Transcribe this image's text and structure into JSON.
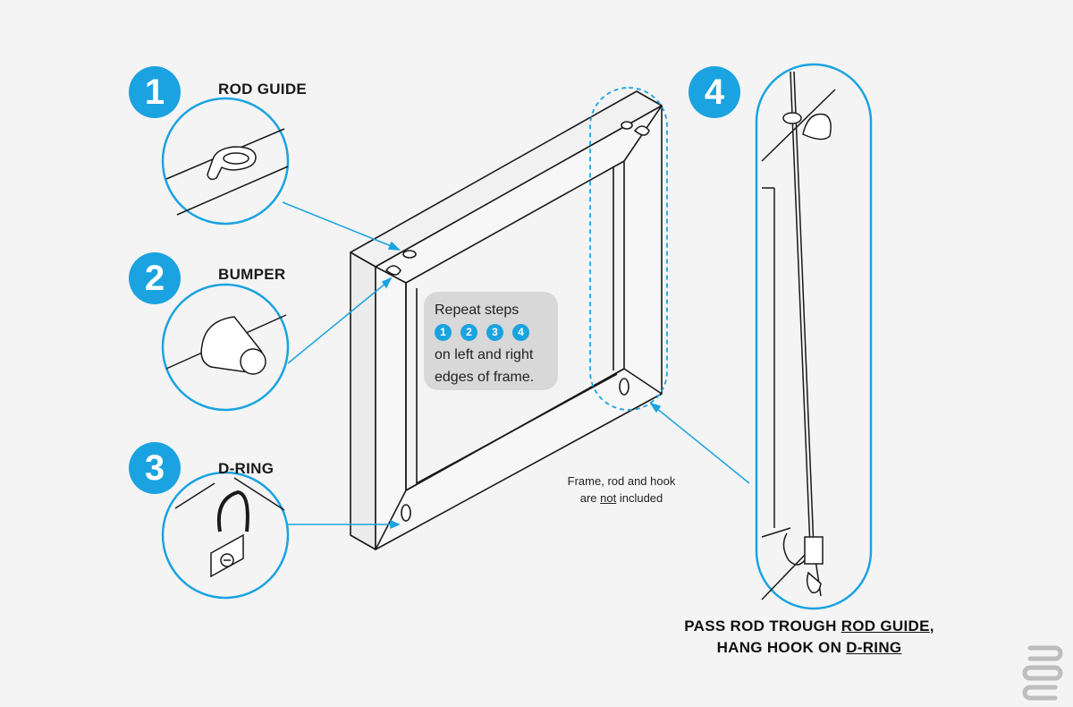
{
  "steps": [
    {
      "number": "1",
      "title": "ROD GUIDE"
    },
    {
      "number": "2",
      "title": "BUMPER"
    },
    {
      "number": "3",
      "title": "D-RING"
    },
    {
      "number": "4"
    }
  ],
  "note": {
    "line1": "Repeat steps",
    "badges": [
      "1",
      "2",
      "3",
      "4"
    ],
    "line2": "on left and right",
    "line3": "edges of frame."
  },
  "exclusion": {
    "line1": "Frame, rod and hook",
    "pre": "are ",
    "emph": "not",
    "post": " included"
  },
  "instruction": {
    "l1_pre": "PASS ROD TROUGH ",
    "l1_link": "ROD GUIDE",
    "l1_post": ",",
    "l2_pre": "HANG HOOK ON ",
    "l2_link": "D-RING"
  },
  "colors": {
    "accent": "#1aa3e0",
    "line": "#1a1a1a",
    "background": "#f4f4f4",
    "note_bg": "#d8d8d8"
  }
}
